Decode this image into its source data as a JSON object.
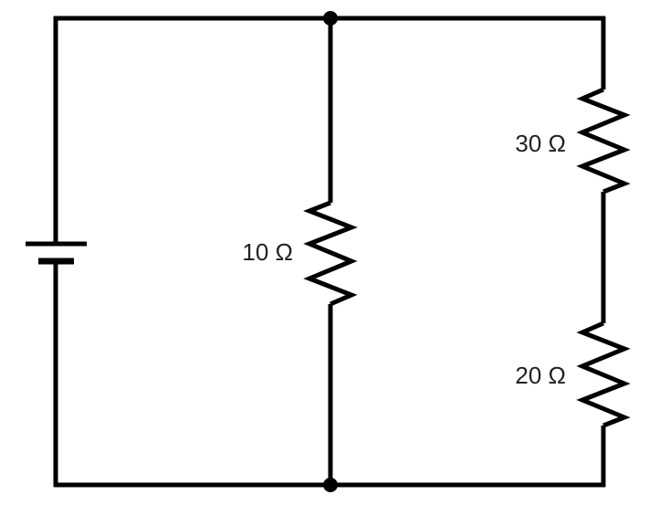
{
  "diagram": {
    "type": "circuit-schematic",
    "components": {
      "battery": {
        "symbol": "battery-icon"
      },
      "resistor_middle": {
        "label": "10 Ω",
        "ohms": 10
      },
      "resistor_right_top": {
        "label": "30 Ω",
        "ohms": 30
      },
      "resistor_right_bottom": {
        "label": "20 Ω",
        "ohms": 20
      }
    },
    "colors": {
      "stroke": "#000000",
      "label_text": "#222222",
      "background": "#ffffff"
    }
  }
}
